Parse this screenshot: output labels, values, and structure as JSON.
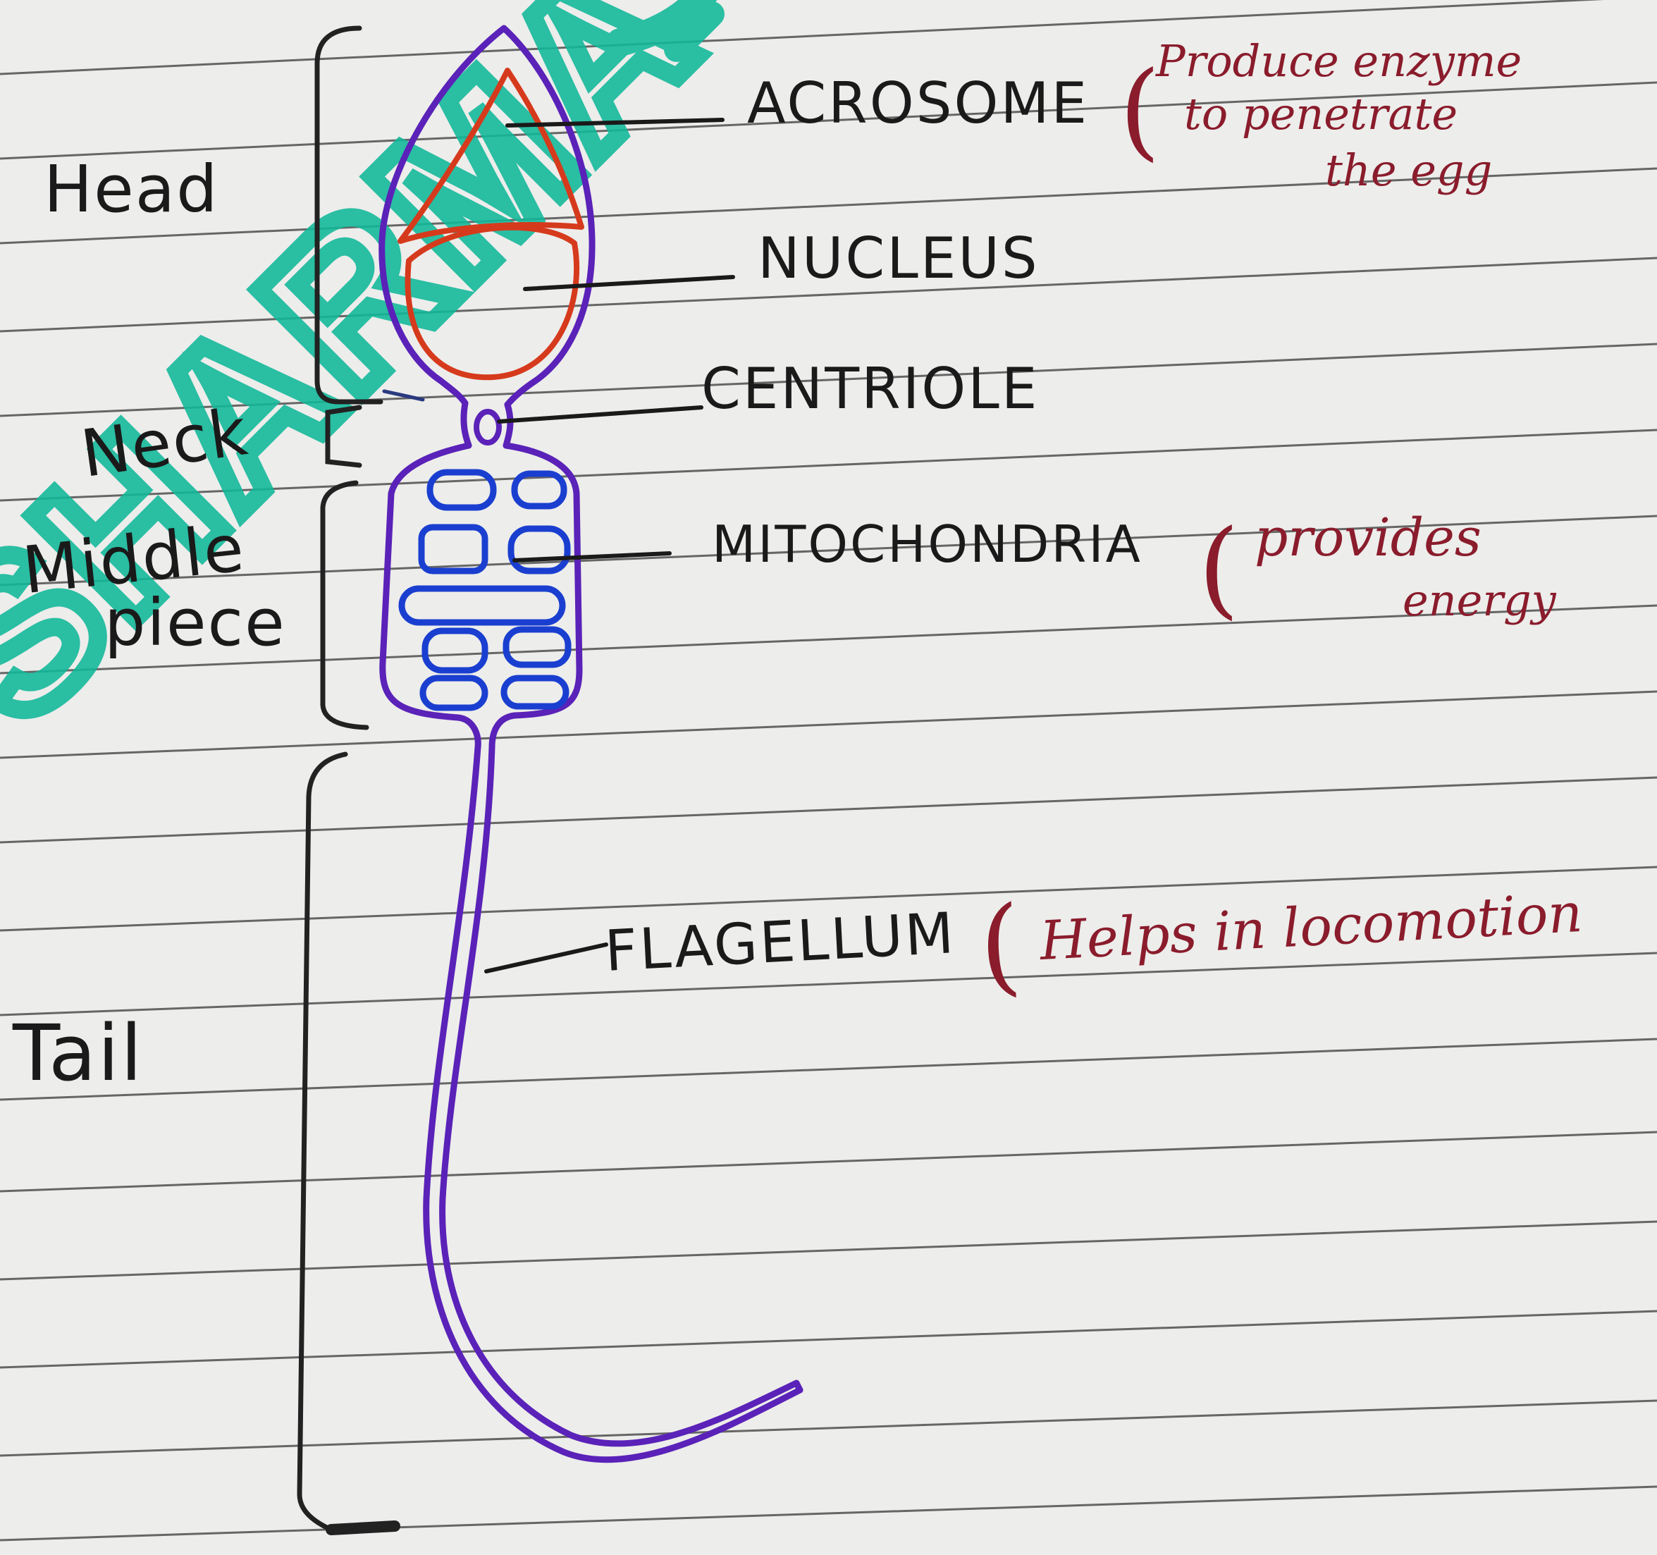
{
  "regions": {
    "head": "Head",
    "neck": "Neck",
    "middle_piece": [
      "Middle",
      "piece"
    ],
    "tail": "Tail"
  },
  "structures": [
    {
      "label": "ACROSOME",
      "note": [
        "Produce enzyme",
        "to penetrate",
        "the egg"
      ]
    },
    {
      "label": "NUCLEUS"
    },
    {
      "label": "CENTRIOLE"
    },
    {
      "label": "MITOCHONDRIA",
      "note": [
        "provides",
        "energy"
      ]
    },
    {
      "label": "FLAGELLUM",
      "note": [
        "Helps in locomotion"
      ]
    }
  ],
  "watermark": "SHARMA TU",
  "colors": {
    "paper": "#ededeb",
    "rule": "#3a3a3a",
    "ink": "#1a1a1a",
    "membrane": "#5a22b8",
    "acrosome": "#d63a1c",
    "mitochondria": "#1a3fd0",
    "note_ink": "#8a1c2c",
    "watermark": "#10b89a"
  }
}
